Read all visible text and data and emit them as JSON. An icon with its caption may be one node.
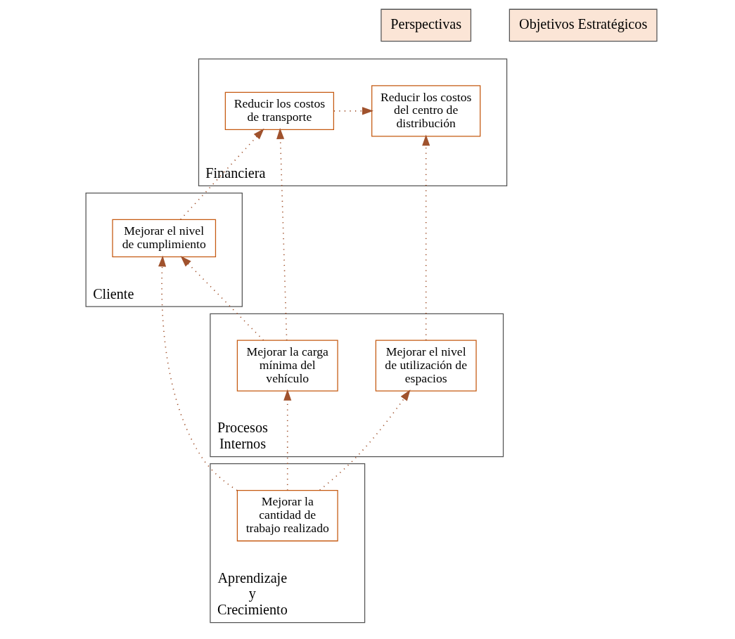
{
  "diagram": {
    "nodes": [
      {
        "text": [
          "Financiera"
        ]
      },
      {
        "text": [
          "Reducir los costos del centro de distribución"
        ],
        "in": 0
      },
      {
        "text": [
          "Reducir los costos de transporte"
        ],
        "in": 0
      },
      {
        "text": [
          "Cliente"
        ]
      },
      {
        "text": [
          "Mejorar el nivel de cumplimiento"
        ],
        "in": 3
      },
      {
        "text": [
          "Procesos Internos"
        ]
      },
      {
        "text": [
          "Mejorar la carga mínima del vehículo"
        ],
        "in": 5
      },
      {
        "text": [
          "Mejorar el nivel de utilización de espacios"
        ],
        "in": 5
      },
      {
        "text": [
          "Aprendizaje y Crecimiento"
        ]
      },
      {
        "text": [
          "Mejorar la cantidad de trabajo realizado"
        ],
        "in": 8
      }
    ],
    "edges": [
      {
        "from": 2,
        "to": 1,
        "arrow": "to",
        "style": "dashed"
      },
      {
        "from": 4,
        "to": 2,
        "arrow": "to",
        "style": "dashed"
      },
      {
        "from": 6,
        "to": 4,
        "arrow": "to",
        "style": "dashed"
      },
      {
        "from": 6,
        "to": 2,
        "arrow": "to",
        "style": "dashed"
      },
      {
        "from": 7,
        "to": 1,
        "arrow": "to",
        "style": "dashed"
      },
      {
        "from": 9,
        "to": 6,
        "arrow": "to",
        "style": "dashed"
      },
      {
        "from": 9,
        "to": 4,
        "arrow": "to",
        "style": "dashed"
      },
      {
        "from": 9,
        "to": 7,
        "arrow": "to",
        "style": "dashed"
      }
    ],
    "labels": [
      "Perspectivas",
      "Objetivos Estratégicos"
    ]
  }
}
